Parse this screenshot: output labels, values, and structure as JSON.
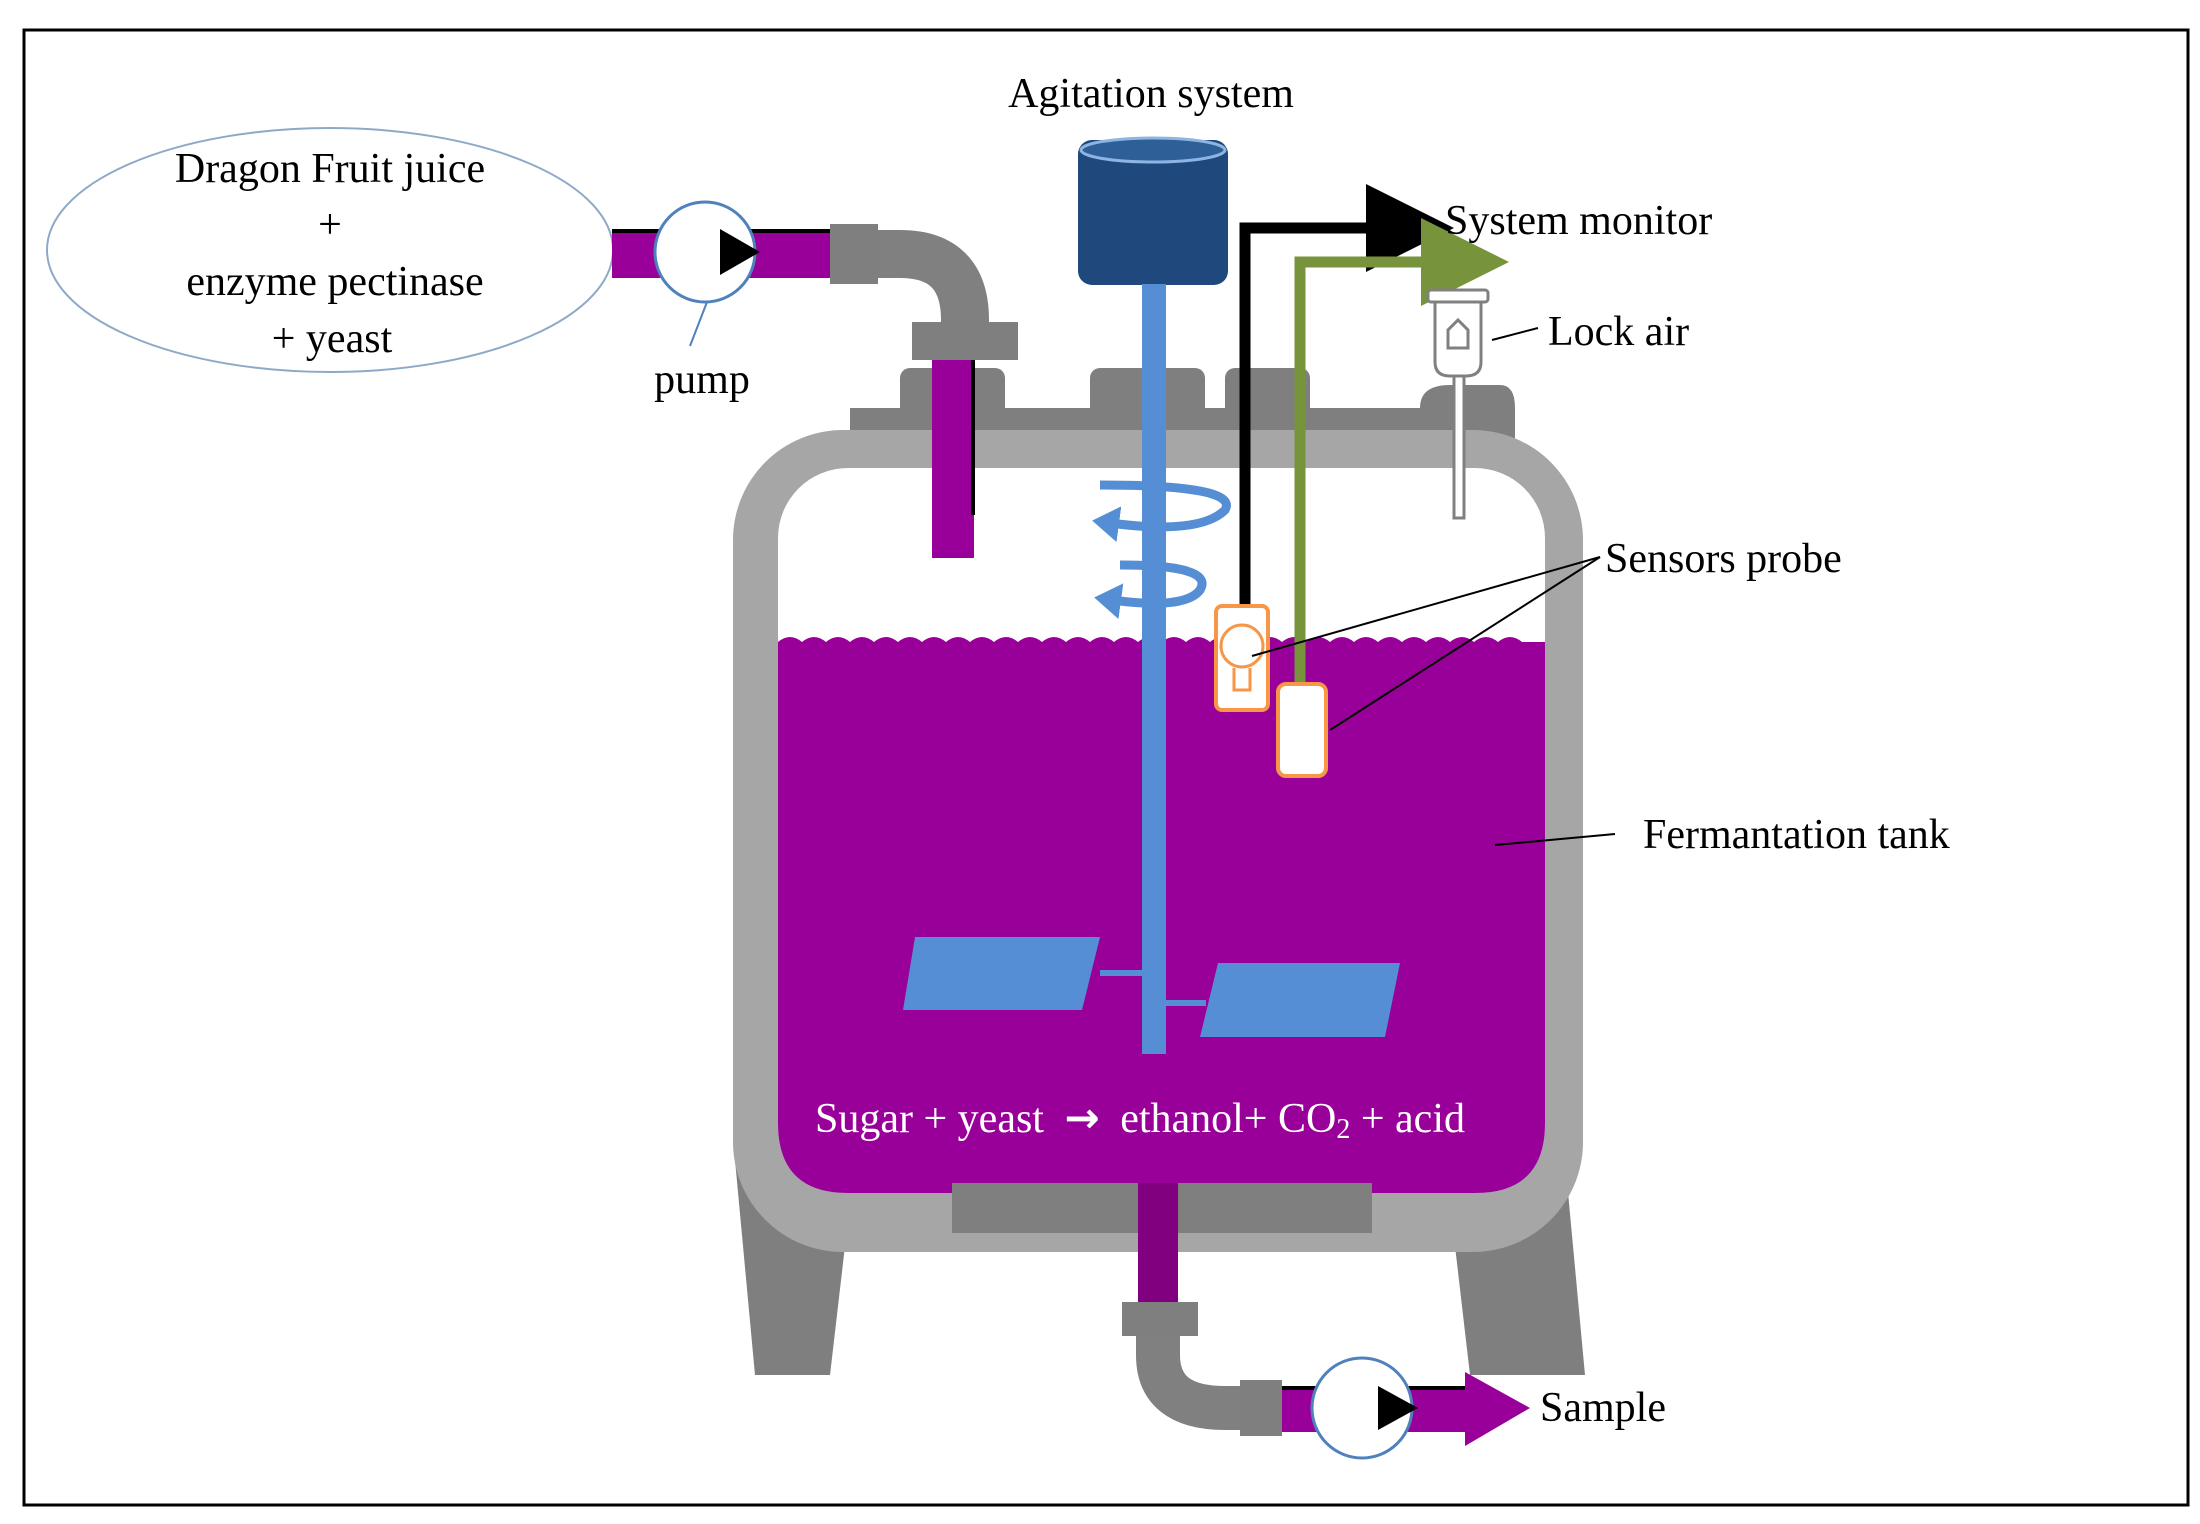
{
  "labels": {
    "input_line1": "Dragon Fruit juice",
    "input_line2": "+",
    "input_line3": "enzyme pectinase",
    "input_line4": "+ yeast",
    "pump": "pump",
    "agitation": "Agitation system",
    "system_monitor": "System monitor",
    "lock_air": "Lock air",
    "sensors_probe": "Sensors probe",
    "tank": "Fermantation tank",
    "sample": "Sample"
  },
  "reaction": {
    "left": "Sugar + yeast",
    "arrow": "→",
    "right_a": "ethanol+ CO",
    "subscript": "2",
    "right_b": " + acid"
  },
  "colors": {
    "liquid": "#990099",
    "tank_shell": "#a6a6a6",
    "tank_dark": "#7f7f7f",
    "agitator": "#558ed5",
    "motor": "#1f497d",
    "monitor_line": "#000000",
    "sensor_line": "#77933c",
    "probe_border": "#f79646",
    "pump_border": "#4f81bd"
  }
}
